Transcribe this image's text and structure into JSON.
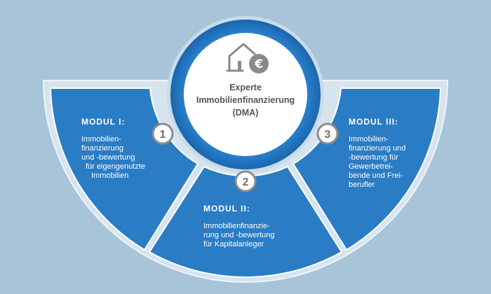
{
  "center": {
    "icon": "house-euro-icon",
    "lines": [
      "Experte",
      "Immobilienfinanzierung",
      "(DMA)"
    ]
  },
  "modules": [
    {
      "number": "1",
      "title": "MODUL I:",
      "lines": [
        "Immobilien-",
        "finanzierung",
        "und -bewertung",
        "für eigengenutzte",
        "Immobilien"
      ]
    },
    {
      "number": "2",
      "title": "MODUL II:",
      "lines": [
        "Immobilienfinanzie-",
        "rung und -bewertung",
        "für Kapitalanleger"
      ]
    },
    {
      "number": "3",
      "title": "MODUL III:",
      "lines": [
        "Immobilien-",
        "finanzierung und",
        "-bewertung für",
        "Gewerbetrei-",
        "bende und Frei-",
        "berufler"
      ]
    }
  ],
  "colors": {
    "background": "#a7c4d8",
    "segment": "#2a7cc4",
    "ring": "#1e73be",
    "badge_border": "#8c8c8c",
    "text_dark": "#555555"
  }
}
